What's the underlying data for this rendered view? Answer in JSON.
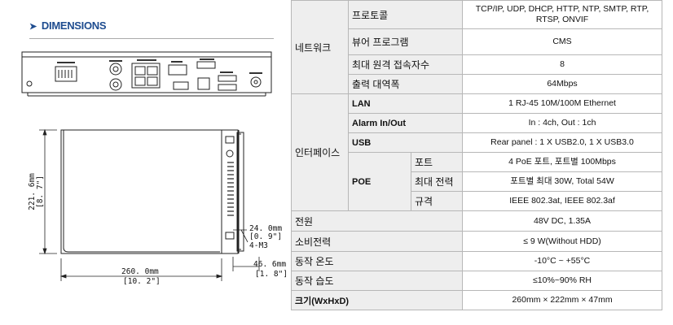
{
  "dimensions": {
    "heading": "DIMENSIONS",
    "width_mm": "260. 0mm",
    "width_in": "[10. 2\"]",
    "depth_mm": "221. 6mm",
    "depth_in": "[8. 7\"]",
    "height_mm": "46. 6mm",
    "height_in": "[1. 8\"]",
    "side_mm": "24. 0mm",
    "side_in": "[0. 9\"]",
    "screw": "4-M3"
  },
  "specs": {
    "network": {
      "group": "네트워크",
      "rows": [
        {
          "label": "프로토콜",
          "value": "TCP/IP, UDP, DHCP, HTTP, NTP, SMTP, RTP, RTSP, ONVIF"
        },
        {
          "label": "뷰어 프로그램",
          "value": "CMS"
        },
        {
          "label": "최대 원격 접속자수",
          "value": "8"
        },
        {
          "label": "출력 대역폭",
          "value": "64Mbps"
        }
      ]
    },
    "interface": {
      "group": "인터페이스",
      "lan": {
        "label": "LAN",
        "value": "1 RJ-45 10M/100M Ethernet"
      },
      "alarm": {
        "label": "Alarm In/Out",
        "value": "In : 4ch, Out : 1ch"
      },
      "usb": {
        "label": "USB",
        "value": "Rear panel : 1 X USB2.0, 1 X USB3.0"
      },
      "poe": {
        "label": "POE",
        "rows": [
          {
            "label": "포트",
            "value": "4 PoE 포트, 포트별 100Mbps"
          },
          {
            "label": "최대 전력",
            "value": "포트별 최대 30W,    Total 54W"
          },
          {
            "label": "규격",
            "value": "IEEE 802.3at, IEEE 802.3af"
          }
        ]
      }
    },
    "general": [
      {
        "label": "전원",
        "value": "48V DC, 1.35A"
      },
      {
        "label": "소비전력",
        "value": "≤ 9 W(Without HDD)"
      },
      {
        "label": "동작 온도",
        "value": "-10°C ~ +55°C"
      },
      {
        "label": "동작 습도",
        "value": "≤10%~90% RH"
      },
      {
        "label": "크기(WxHxD)",
        "value": "260mm × 222mm × 47mm"
      }
    ]
  }
}
